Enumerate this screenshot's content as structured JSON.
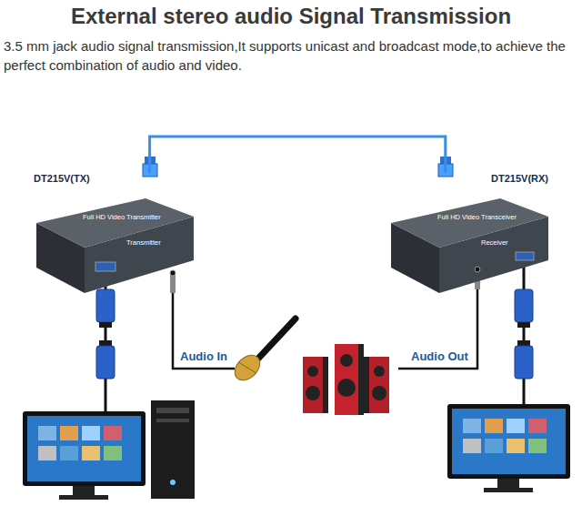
{
  "diagram": {
    "title": "External stereo audio Signal Transmission",
    "caption": "3.5 mm jack audio signal transmission,It supports unicast and broadcast mode,to achieve the perfect combination of audio and video.",
    "nodes": [
      {
        "text": [
          "DT215V(TX)",
          "Full HD Video Transmitter",
          "Transmitter"
        ]
      },
      {
        "text": [
          "DT215V(RX)",
          "Full HD Video Transceiver",
          "Receiver"
        ]
      }
    ],
    "edges": [
      {
        "from": 0,
        "to": 1,
        "arrow": "none"
      }
    ],
    "labels": [
      "Audio In",
      "Audio Out"
    ]
  }
}
